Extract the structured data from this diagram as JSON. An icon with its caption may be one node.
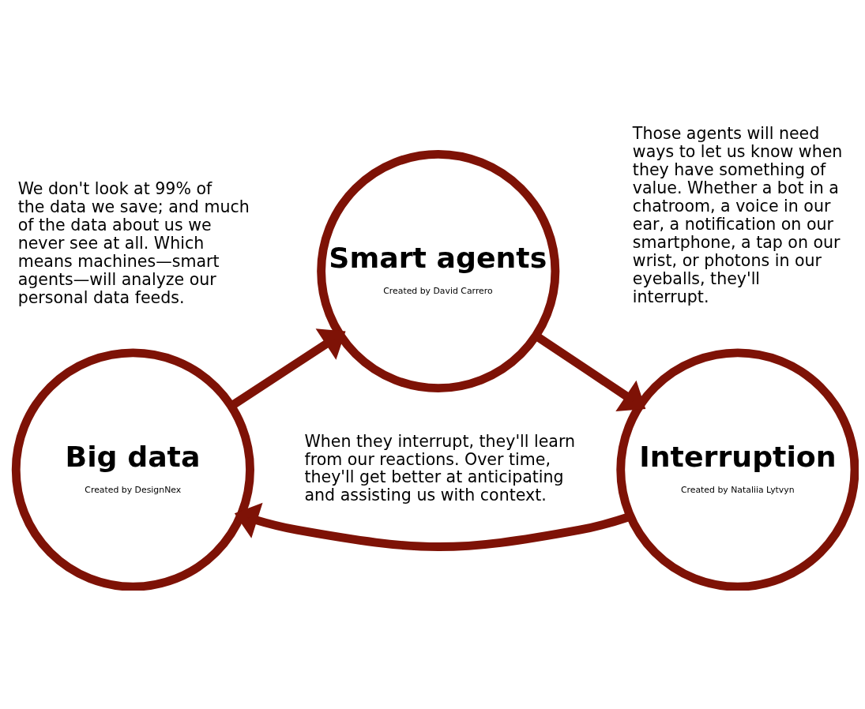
{
  "diagram": {
    "nodes": [
      {
        "text": [
          "Smart agents",
          "Created by David Carrero"
        ]
      },
      {
        "text": [
          "Big data",
          "Created by DesignNex"
        ]
      },
      {
        "text": [
          "Interruption",
          "Created by Nataliia Lytvyn"
        ]
      }
    ],
    "edges": [
      {
        "from": 1,
        "to": 0,
        "arrow": "to"
      },
      {
        "from": 0,
        "to": 2,
        "arrow": "to"
      },
      {
        "from": 2,
        "to": 1,
        "arrow": "to"
      }
    ],
    "labels": [
      "We don't look at 99% of the data we save; and much of the data about us we never see at all. Which means machines—smart agents—will analyze our personal data feeds.",
      "Those agents will need ways to let us know when they have something of value. Whether a bot in a chatroom, a voice in our ear, a notification on our smartphone, a tap on our wrist, or photons in our eyeballs, they'll interrupt.",
      "When they interrupt, they'll learn from our reactions. Over time, they'll get better at anticipating and assisting us with context."
    ]
  }
}
